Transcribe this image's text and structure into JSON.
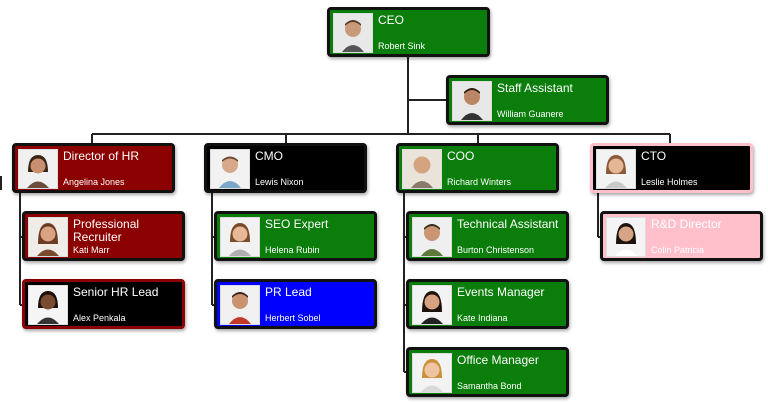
{
  "nodes": {
    "ceo": {
      "title": "CEO",
      "name": "Robert Sink",
      "avatar": "man-avatar"
    },
    "staff_assistant": {
      "title": "Staff Assistant",
      "name": "William Guanere",
      "avatar": "man-avatar"
    },
    "director_hr": {
      "title": "Director of HR",
      "name": "Angelina Jones",
      "avatar": "woman-avatar"
    },
    "cmo": {
      "title": "CMO",
      "name": "Lewis Nixon",
      "avatar": "man-avatar"
    },
    "coo": {
      "title": "COO",
      "name": "Richard Winters",
      "avatar": "man-avatar"
    },
    "cto": {
      "title": "CTO",
      "name": "Leslie Holmes",
      "avatar": "woman-avatar"
    },
    "professional_recruiter": {
      "title": "Professional Recruiter",
      "name": "Kati Marr",
      "avatar": "woman-avatar"
    },
    "senior_hr_lead": {
      "title": "Senior HR Lead",
      "name": "Alex Penkala",
      "avatar": "woman-avatar"
    },
    "seo_expert": {
      "title": "SEO Expert",
      "name": "Helena Rubin",
      "avatar": "woman-avatar"
    },
    "pr_lead": {
      "title": "PR Lead",
      "name": "Herbert Sobel",
      "avatar": "man-avatar"
    },
    "technical_assistant": {
      "title": "Technical Assistant",
      "name": "Burton Christenson",
      "avatar": "man-avatar"
    },
    "events_manager": {
      "title": "Events Manager",
      "name": "Kate Indiana",
      "avatar": "woman-avatar"
    },
    "office_manager": {
      "title": "Office Manager",
      "name": "Samantha Bond",
      "avatar": "woman-avatar"
    },
    "rd_director": {
      "title": "R&D Director",
      "name": "Colin Patricia",
      "avatar": "woman-avatar"
    }
  },
  "colors": {
    "green": "#0b7d0b",
    "darkred": "#8b0000",
    "black": "#000000",
    "blue": "#0000ff",
    "pink": "#ffc0cb",
    "connector": "#222222"
  }
}
